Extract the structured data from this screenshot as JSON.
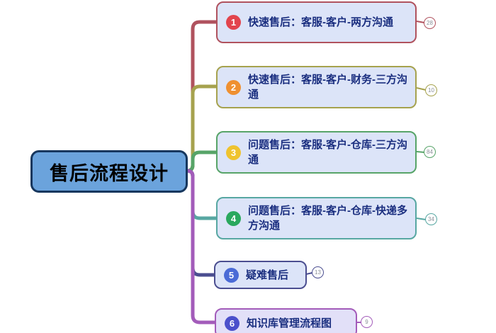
{
  "root": {
    "label": "售后流程设计",
    "fill": "#6ba3dc",
    "border_color": "#17375e",
    "text_color": "#000000"
  },
  "branches": [
    {
      "number": "1",
      "label": "快速售后：客服-客户-两方沟通",
      "count": "28",
      "line_color": "#b0525e",
      "number_badge_color": "#e2444d",
      "fill": "#dce4f8",
      "text_color": "#1b2f80"
    },
    {
      "number": "2",
      "label": "快速售后：客服-客户-财务-三方沟通",
      "count": "10",
      "line_color": "#a6a24e",
      "number_badge_color": "#ef9031",
      "fill": "#dce4f8",
      "text_color": "#1b2f80"
    },
    {
      "number": "3",
      "label": "问题售后：客服-客户-仓库-三方沟通",
      "count": "84",
      "line_color": "#57a468",
      "number_badge_color": "#efc32f",
      "fill": "#dce4f8",
      "text_color": "#1b2f80"
    },
    {
      "number": "4",
      "label": "问题售后：客服-客户-仓库-快递多方沟通",
      "count": "34",
      "line_color": "#57a7a2",
      "number_badge_color": "#2aa85e",
      "fill": "#dce4f8",
      "text_color": "#1b2f80"
    },
    {
      "number": "5",
      "label": "疑难售后",
      "count": "13",
      "line_color": "#4b4e90",
      "number_badge_color": "#4b6bd6",
      "fill": "#dce4f8",
      "text_color": "#1b2f80"
    },
    {
      "number": "6",
      "label": "知识库管理流程图",
      "count": "9",
      "line_color": "#a35cba",
      "number_badge_color": "#4b50cb",
      "fill": "#e2e0f8",
      "text_color": "#1b2f80"
    }
  ]
}
